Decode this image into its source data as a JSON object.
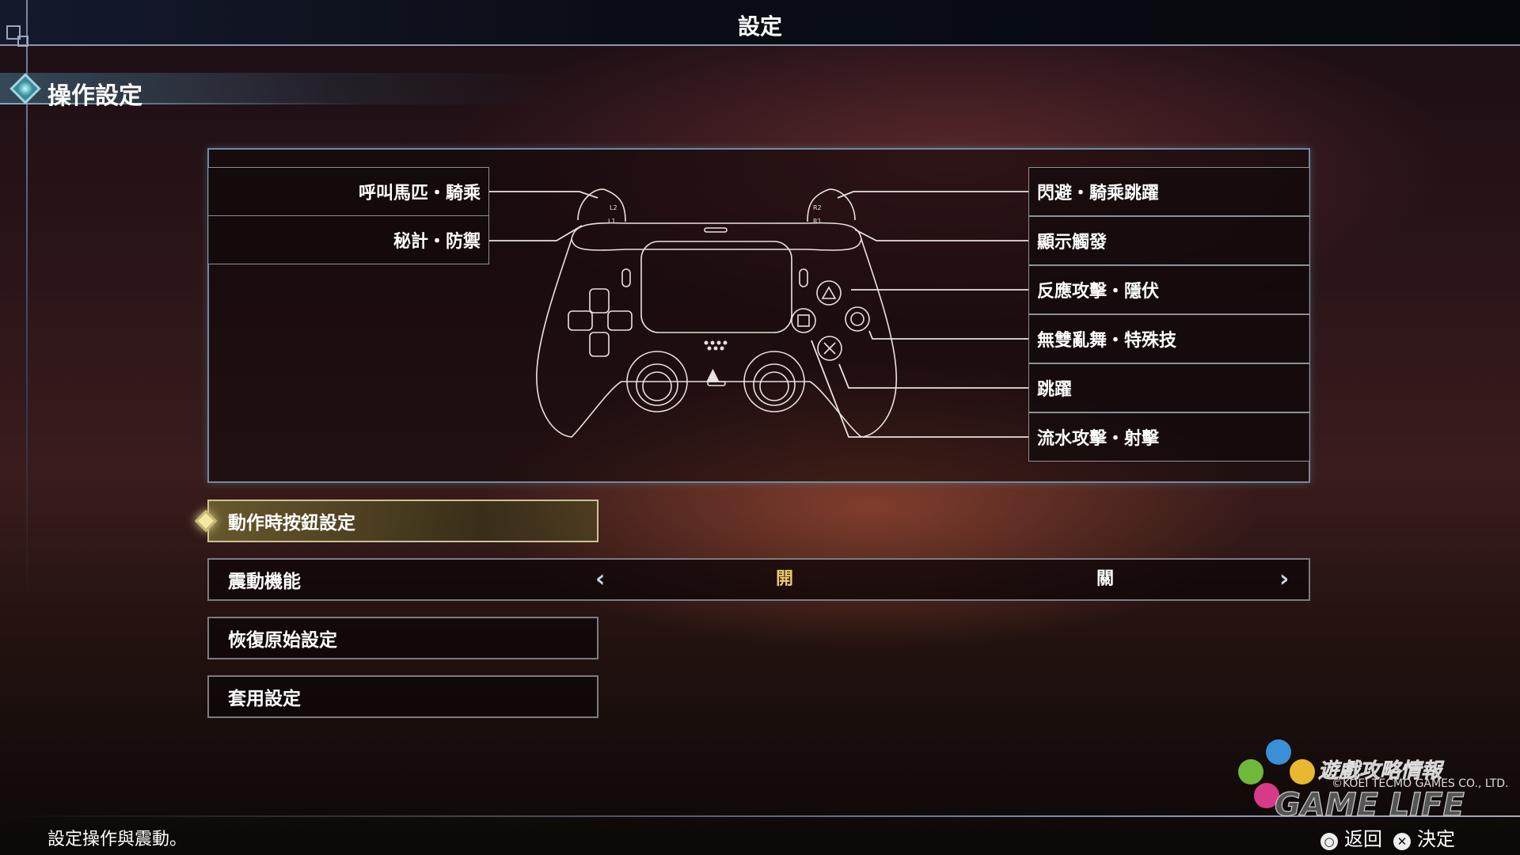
{
  "header": {
    "title": "設定"
  },
  "section": {
    "title": "操作設定"
  },
  "controller_labels": {
    "left": [
      "呼叫馬匹・騎乘",
      "秘計・防禦"
    ],
    "right": [
      "閃避・騎乘跳躍",
      "顯示觸發",
      "反應攻擊・隱伏",
      "無雙亂舞・特殊技",
      "跳躍",
      "流水攻擊・射擊"
    ]
  },
  "menu": {
    "items": [
      {
        "label": "動作時按鈕設定"
      },
      {
        "label": "震動機能",
        "options": [
          "開",
          "關"
        ],
        "selected": "開"
      },
      {
        "label": "恢復原始設定"
      },
      {
        "label": "套用設定"
      }
    ]
  },
  "footer": {
    "hint": "設定操作與震動。",
    "back_label": "返回",
    "confirm_label": "決定",
    "copyright": "©KOEI TECMO GAMES CO., LTD."
  },
  "watermark": {
    "text1": "遊戲攻略情報",
    "text2": "GAME LIFE"
  },
  "colors": {
    "selected_option": "#f0c96a",
    "accent": "#9fd6e0"
  }
}
